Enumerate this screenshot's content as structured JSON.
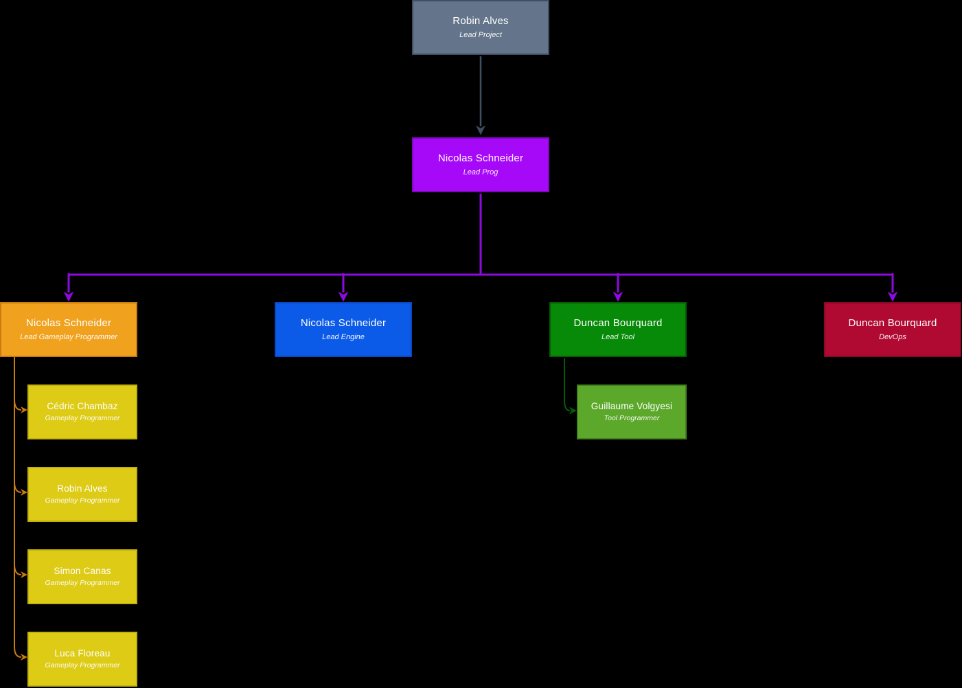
{
  "diagram": {
    "background": "#000000",
    "nodes": [
      {
        "id": "lead-project",
        "name": "Robin Alves",
        "role": "Lead Project",
        "fill": "#64748B",
        "border": "#3F4E63"
      },
      {
        "id": "lead-prog",
        "name": "Nicolas Schneider",
        "role": "Lead Prog",
        "fill": "#A608F8",
        "border": "#7D08BC"
      },
      {
        "id": "lead-gameplay",
        "name": "Nicolas Schneider",
        "role": "Lead Gameplay Programmer",
        "fill": "#F0A21E",
        "border": "#C87D0E"
      },
      {
        "id": "lead-engine",
        "name": "Nicolas Schneider",
        "role": "Lead Engine",
        "fill": "#0C5BE8",
        "border": "#0A48BE"
      },
      {
        "id": "lead-tool",
        "name": "Duncan Bourquard",
        "role": "Lead Tool",
        "fill": "#078A07",
        "border": "#055E05"
      },
      {
        "id": "devops",
        "name": "Duncan Bourquard",
        "role": "DevOps",
        "fill": "#B00A33",
        "border": "#870726"
      },
      {
        "id": "gameplay-1",
        "name": "Cédric Chambaz",
        "role": "Gameplay Programmer",
        "fill": "#DECB16",
        "border": "#C4B20C"
      },
      {
        "id": "gameplay-2",
        "name": "Robin Alves",
        "role": "Gameplay Programmer",
        "fill": "#DECB16",
        "border": "#C4B20C"
      },
      {
        "id": "gameplay-3",
        "name": "Simon Canas",
        "role": "Gameplay Programmer",
        "fill": "#DECB16",
        "border": "#C4B20C"
      },
      {
        "id": "gameplay-4",
        "name": "Luca Floreau",
        "role": "Gameplay Programmer",
        "fill": "#DECB16",
        "border": "#C4B20C"
      },
      {
        "id": "tool-programmer",
        "name": "Guillaume Volgyesi",
        "role": "Tool Programmer",
        "fill": "#5CA82A",
        "border": "#43821C"
      }
    ],
    "connector_colors": {
      "slate": "#3F4E63",
      "purple": "#8E0AE0",
      "orange": "#C87D0E",
      "green": "#055E05"
    }
  }
}
